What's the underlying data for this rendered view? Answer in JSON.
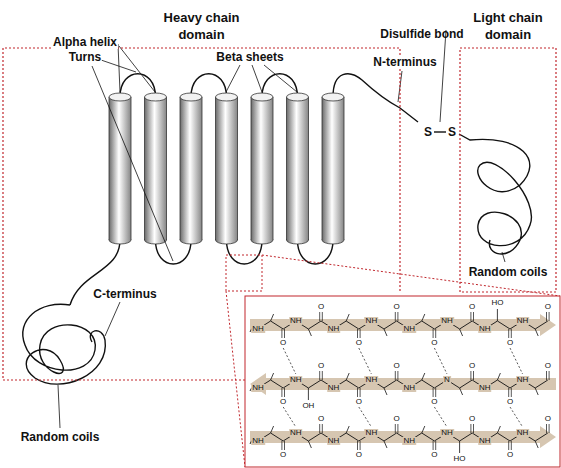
{
  "diagram": {
    "nodes": [
      {
        "text": [
          "Heavy chain domain"
        ]
      },
      {
        "text": [
          "Disulfide bond"
        ]
      },
      {
        "text": [
          "Light chain domain"
        ]
      }
    ],
    "labels": [
      "Alpha helix",
      "Turns",
      "Beta sheets",
      "N-terminus",
      "S",
      "S",
      "C-terminus",
      "Random coils",
      "Random coils",
      "NH",
      "O",
      "NH",
      "O",
      "NH",
      "O",
      "NH",
      "O",
      "NH",
      "O",
      "NH",
      "O",
      "NH",
      "O",
      "NH",
      "O",
      "HO",
      "NH",
      "O",
      "NH",
      "O",
      "NH",
      "O",
      "NH",
      "O",
      "NH",
      "O",
      "N",
      "O",
      "NH",
      "O",
      "NH",
      "O",
      "OH",
      "NH",
      "O",
      "NH",
      "O",
      "NH",
      "O",
      "NH",
      "O",
      "NH",
      "O",
      "NH",
      "O",
      "NH",
      "O",
      "NH",
      "O",
      "HO"
    ]
  }
}
